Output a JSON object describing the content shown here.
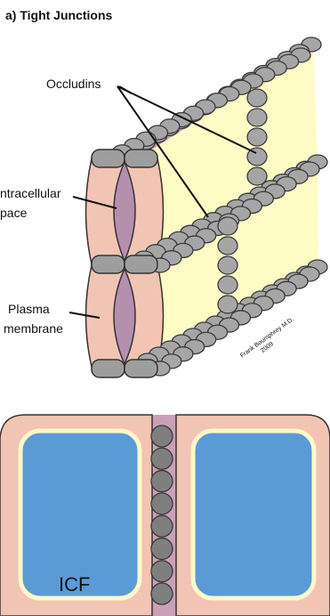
{
  "title": "a) Tight Junctions",
  "labels": {
    "occludins": "Occludins",
    "intracellular_line1": "ntracellular",
    "intracellular_line2": "pace",
    "plasma_line1": "Plasma",
    "plasma_line2": "membrane",
    "icf": "ICF"
  },
  "credit": {
    "name": "Frank Boumphrey M.D.",
    "year": "2009"
  },
  "colors": {
    "bead_fill": "#a6a6a6",
    "bead_stroke": "#3a3a3a",
    "membrane_pink": "#f2c4b3",
    "intercellular_purple": "#b48fae",
    "cell_face_yellow": "#fffbc4",
    "icf_blue": "#5b9bd5",
    "icf_border": "#fff8c9",
    "bottom_bead": "#7f7f7f"
  }
}
